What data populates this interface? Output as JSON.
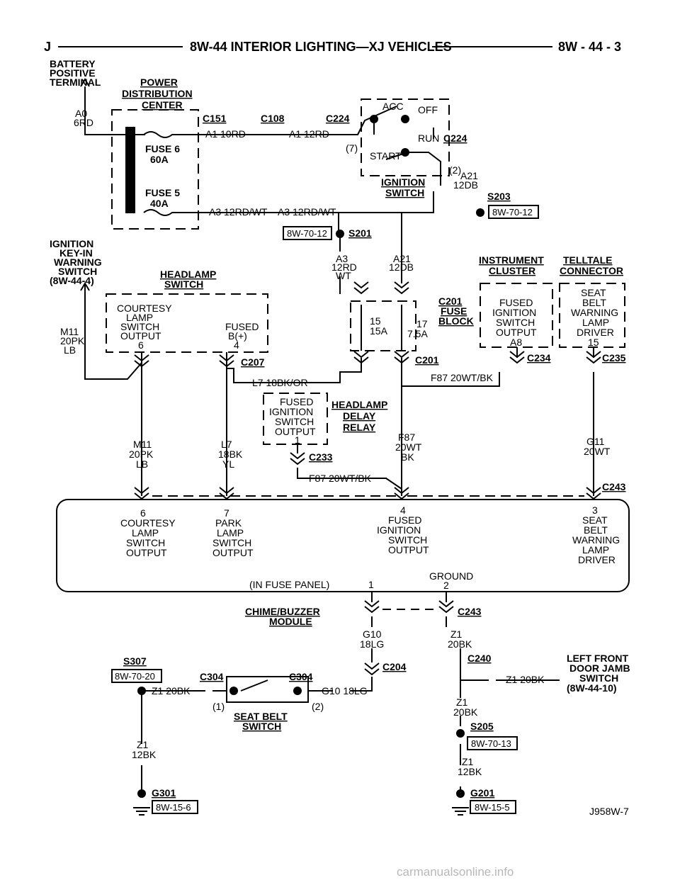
{
  "header": {
    "left_letter": "J",
    "title": "8W-44 INTERIOR LIGHTING—XJ VEHICLES",
    "page": "8W - 44 - 3"
  },
  "battery": [
    "BATTERY",
    "POSITIVE",
    "TERMINAL"
  ],
  "pdc": {
    "title": [
      "POWER",
      "DISTRIBUTION",
      "CENTER"
    ],
    "fuse6": [
      "FUSE 6",
      "60A"
    ],
    "fuse5": [
      "FUSE 5",
      "40A"
    ]
  },
  "wires": {
    "a0": [
      "A0",
      "6RD"
    ],
    "c151": "C151",
    "c108": "C108",
    "c224": "C224",
    "a1_left": "A1 10RD",
    "a1_right": "A1 12RD",
    "a3_left": "A3 12RD/WT",
    "a3_right": "A3 12RD/WT",
    "pin7": "(7)",
    "pin2": "(2)",
    "c224b": "C224",
    "a21_top": [
      "A21",
      "12DB"
    ],
    "s203": "S203",
    "ref_s203": "8W-70-12",
    "ref_s201": "8W-70-12",
    "s201": "S201",
    "a3_down": [
      "A3",
      "12RD",
      "WT"
    ],
    "a21_down": [
      "A21",
      "12DB"
    ],
    "c201_top": "C201",
    "c201_bot": "C201",
    "c207": "C207",
    "l7_18bk_or": "L7 18BK/OR",
    "f87_1": "F87 20WT/BK",
    "f87_2": "F87 20WT/BK",
    "c234": "C234",
    "c235": "C235",
    "c233": "C233",
    "m11": [
      "M11",
      "20PK",
      "LB"
    ],
    "m11_b": [
      "M11",
      "20PK",
      "LB"
    ],
    "l7": [
      "L7",
      "18BK",
      "YL"
    ],
    "f87_c": [
      "F87",
      "20WT",
      "BK"
    ],
    "g11": [
      "G11",
      "20WT"
    ],
    "c243_top": "C243",
    "c243_bot": "C243",
    "g10": [
      "G10",
      "18LG"
    ],
    "z1_a": [
      "Z1",
      "20BK"
    ],
    "c204": "C204",
    "c240": "C240",
    "z1_20bk_right": "Z1 20BK",
    "z1_b": [
      "Z1",
      "20BK"
    ],
    "s205": "S205",
    "ref_s205": "8W-70-13",
    "z1_c": [
      "Z1",
      "12BK"
    ],
    "g201": "G201",
    "ref_g201": "8W-15-5",
    "s307": "S307",
    "ref_s307": "8W-70-20",
    "c304_l": "C304",
    "c304_r": "C304",
    "z1_20bk_left": "Z1 20BK",
    "g10_18lg": "G10 18LG",
    "pin1": "(1)",
    "pin2b": "(2)",
    "z1_d": [
      "Z1",
      "12BK"
    ],
    "g301": "G301",
    "ref_g301": "8W-15-6"
  },
  "ignition_switch": {
    "acc": "ACC",
    "off": "OFF",
    "run": "RUN",
    "start": "START",
    "name": [
      "IGNITION",
      "SWITCH"
    ]
  },
  "key_in": [
    "IGNITION",
    "KEY-IN",
    "WARNING",
    "SWITCH",
    "(8W-44-4)"
  ],
  "headlamp_switch": {
    "name": [
      "HEADLAMP",
      "SWITCH"
    ],
    "courtesy": [
      "COURTESY",
      "LAMP",
      "SWITCH",
      "OUTPUT"
    ],
    "fused": [
      "FUSED",
      "B(+)"
    ],
    "pin6": "6",
    "pin4": "4"
  },
  "fuse_block": {
    "name": [
      "FUSE",
      "BLOCK"
    ],
    "f15": [
      "15",
      "15A"
    ],
    "f17": [
      "17",
      "7.5A"
    ]
  },
  "instrument_cluster": {
    "name": [
      "INSTRUMENT",
      "CLUSTER"
    ],
    "text": [
      "FUSED",
      "IGNITION",
      "SWITCH",
      "OUTPUT"
    ],
    "pin": "A8"
  },
  "telltale": {
    "name": [
      "TELLTALE",
      "CONNECTOR"
    ],
    "text": [
      "SEAT",
      "BELT",
      "WARNING",
      "LAMP",
      "DRIVER"
    ],
    "pin": "15"
  },
  "delay_relay": {
    "text": [
      "FUSED",
      "IGNITION",
      "SWITCH",
      "OUTPUT"
    ],
    "pin": "1",
    "name": [
      "HEADLAMP",
      "DELAY",
      "RELAY"
    ]
  },
  "module": {
    "p6": [
      "6",
      "COURTESY",
      "LAMP",
      "SWITCH",
      "OUTPUT"
    ],
    "p7": [
      "7",
      "PARK",
      "LAMP",
      "SWITCH",
      "OUTPUT"
    ],
    "p4": [
      "4",
      "FUSED",
      "IGNITION",
      "SWITCH",
      "OUTPUT"
    ],
    "p3": [
      "3",
      "SEAT",
      "BELT",
      "WARNING",
      "LAMP",
      "DRIVER"
    ],
    "in_fuse_panel": "(IN FUSE PANEL)",
    "p1": "1",
    "ground": [
      "GROUND",
      "2"
    ],
    "name": [
      "CHIME/BUZZER",
      "MODULE"
    ]
  },
  "left_front_jamb": [
    "LEFT FRONT",
    "DOOR JAMB",
    "SWITCH",
    "(8W-44-10)"
  ],
  "seat_belt_switch": [
    "SEAT BELT",
    "SWITCH"
  ],
  "figure_id": "J958W-7",
  "watermark": "carmanualsonline.info"
}
